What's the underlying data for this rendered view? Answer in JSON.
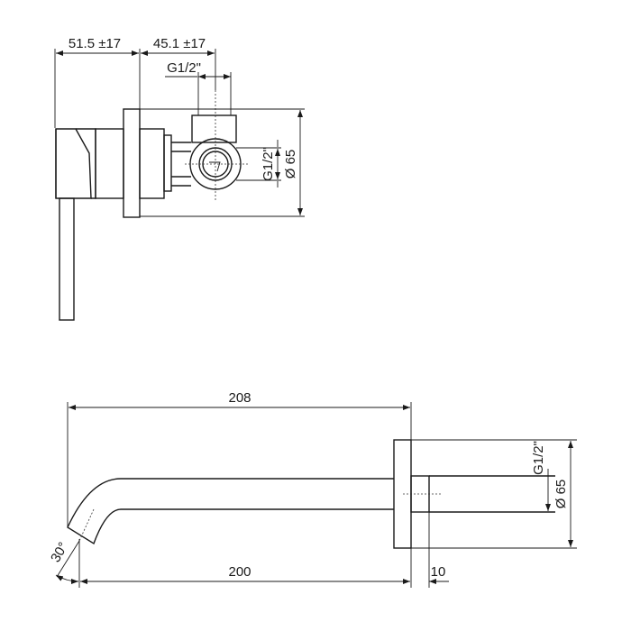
{
  "top_view": {
    "dim_handle_depth": "51.5 ±17",
    "dim_body_depth": "45.1 ±17",
    "dim_inlet_thread_top": "G1/2\"",
    "dim_inlet_thread_side": "G1/2\"",
    "dim_plate_diameter": "Ø 65"
  },
  "bottom_view": {
    "dim_overall_length": "208",
    "dim_projection": "200",
    "dim_connector": "10",
    "dim_angle": "30°",
    "dim_thread": "G1/2\"",
    "dim_plate_diameter": "Ø 65"
  }
}
